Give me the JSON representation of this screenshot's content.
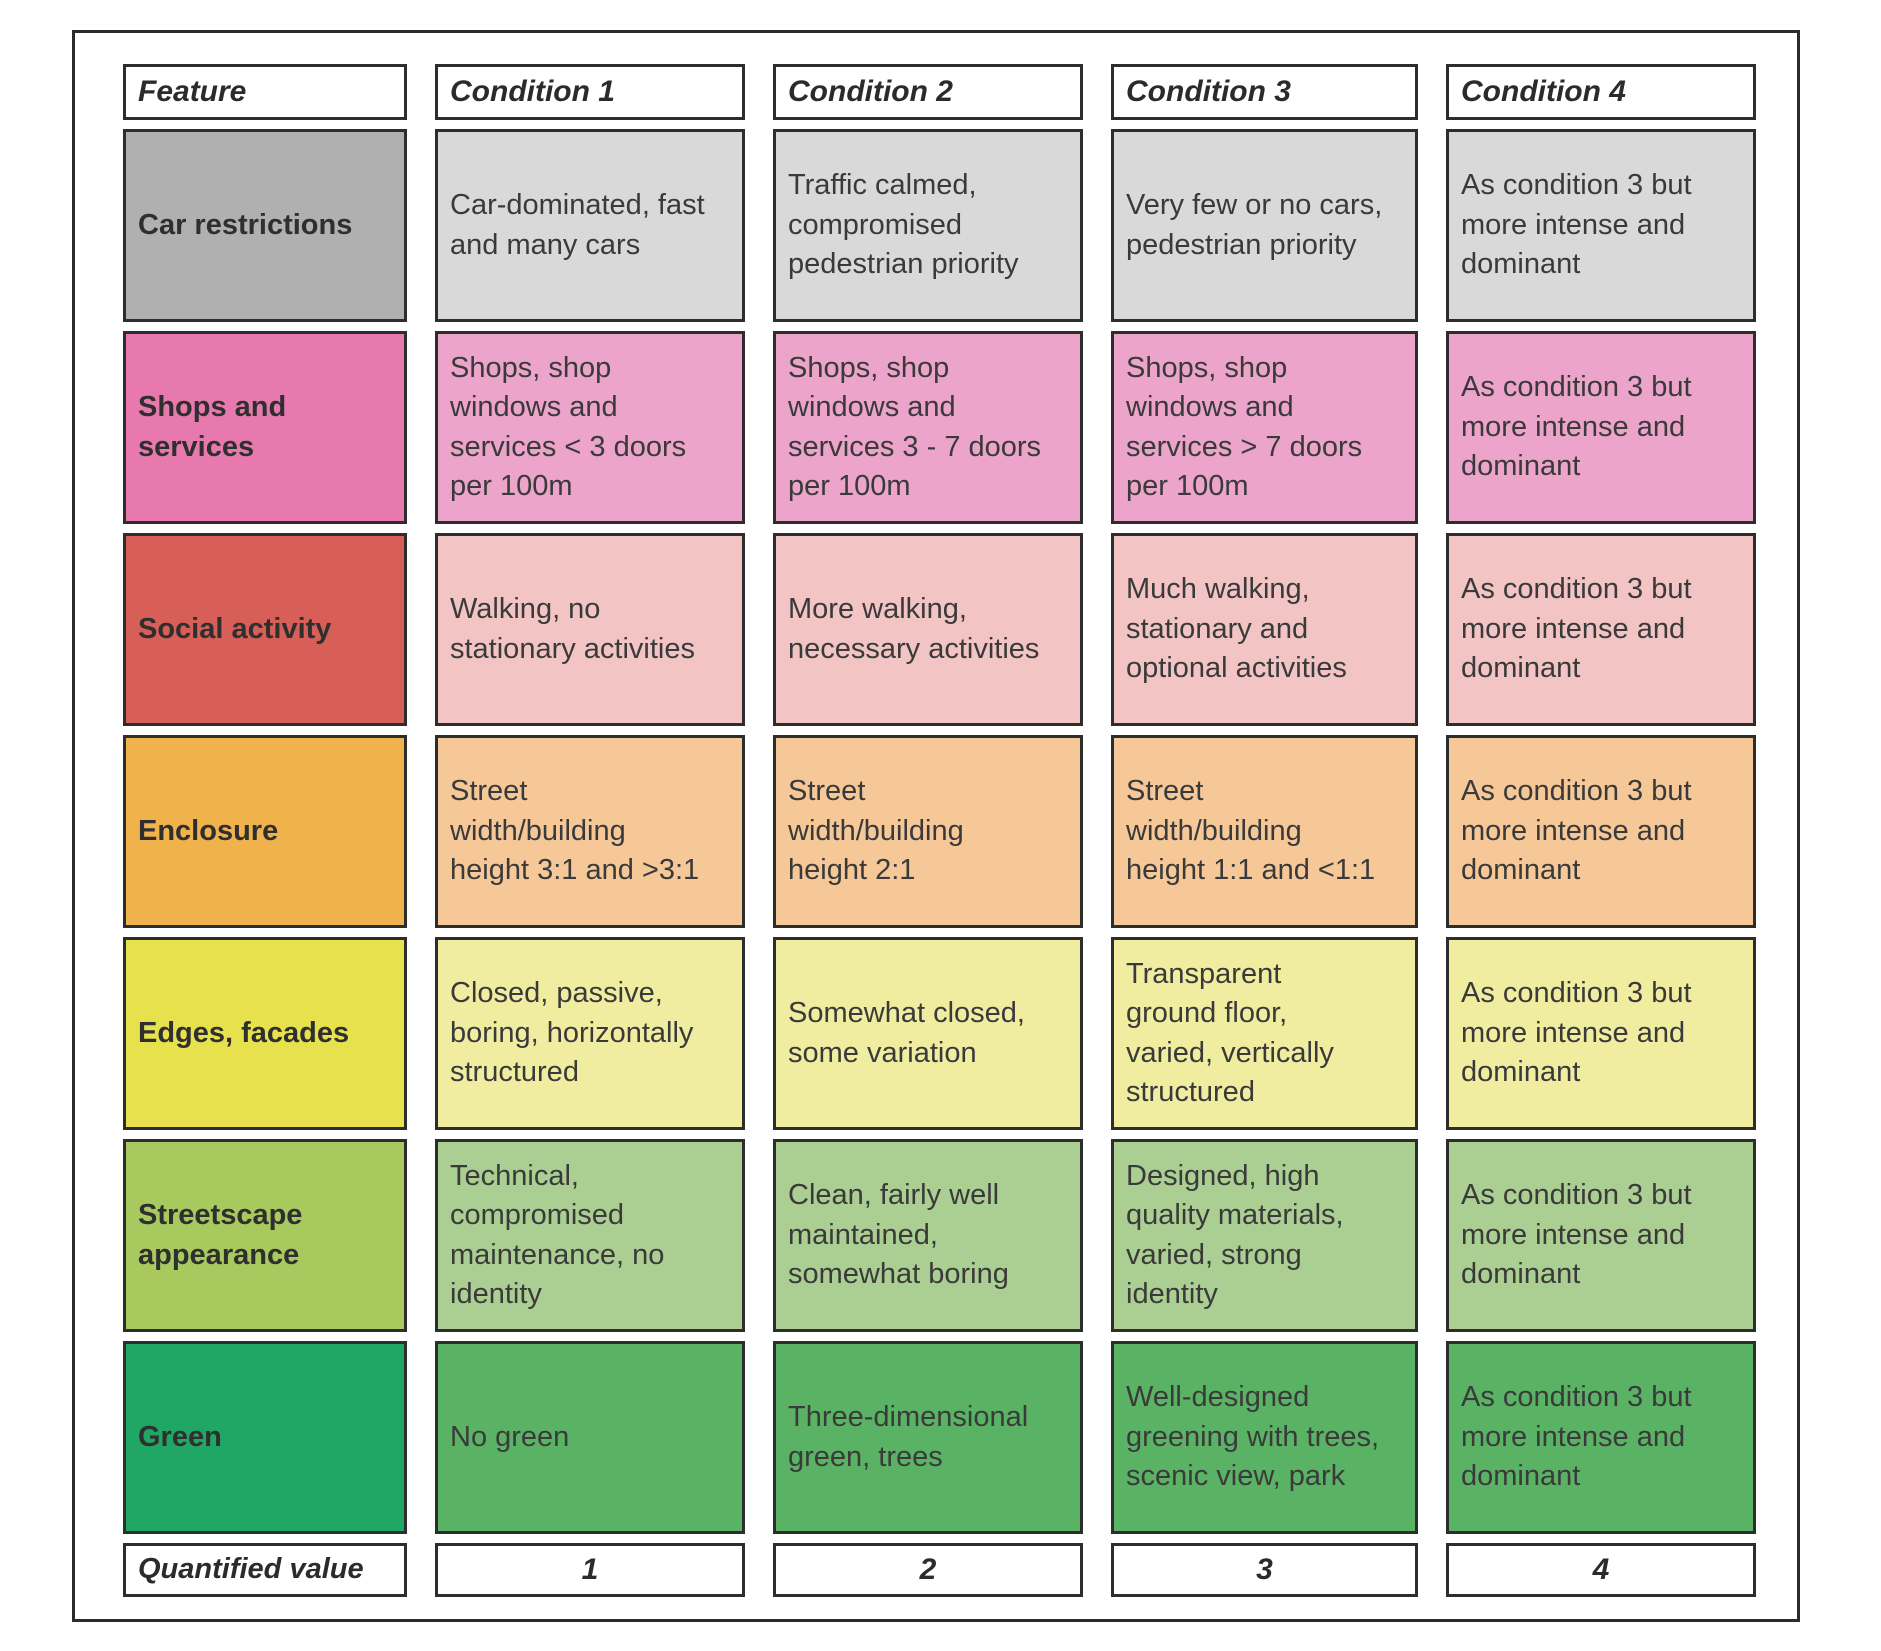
{
  "colors": {
    "page_border": "#2b2b2b",
    "cell_border": "#2d2d2d",
    "text": "#3a3a3a",
    "header_bg": "#ffffff",
    "footer_bg": "#ffffff"
  },
  "table": {
    "headers": [
      "Feature",
      "Condition 1",
      "Condition 2",
      "Condition 3",
      "Condition 4"
    ],
    "rows": [
      {
        "feature": "Car restrictions",
        "feature_bg": "#b0b0b0",
        "cells_bg": "#d9d9d9",
        "conditions": [
          "Car-dominated, fast\nand many cars",
          "Traffic calmed,\ncompromised\npedestrian priority",
          "Very few or no cars,\npedestrian priority",
          "As condition 3 but\nmore intense and\ndominant"
        ]
      },
      {
        "feature": "Shops and\nservices",
        "feature_bg": "#e879ae",
        "cells_bg": "#eca4ca",
        "conditions": [
          "Shops, shop\nwindows and\nservices < 3 doors\nper 100m",
          "Shops, shop\nwindows and\nservices 3 - 7 doors\nper 100m",
          "Shops, shop\nwindows and\nservices > 7 doors\nper 100m",
          "As condition 3 but\nmore intense and\ndominant"
        ]
      },
      {
        "feature": "Social activity",
        "feature_bg": "#d85f58",
        "cells_bg": "#f2c5c4",
        "conditions": [
          "Walking, no\nstationary activities",
          "More walking,\nnecessary activities",
          "Much walking,\nstationary and\noptional  activities",
          "As condition 3 but\nmore intense and\ndominant"
        ]
      },
      {
        "feature": "Enclosure",
        "feature_bg": "#f0b34c",
        "cells_bg": "#f6c898",
        "conditions": [
          "Street\nwidth/building\nheight 3:1 and >3:1",
          "Street\nwidth/building\nheight 2:1",
          "Street\nwidth/building\nheight 1:1 and <1:1",
          "As condition 3 but\nmore intense and\ndominant"
        ]
      },
      {
        "feature": "Edges, facades",
        "feature_bg": "#e7e14d",
        "cells_bg": "#f1eda0",
        "conditions": [
          "Closed, passive,\nboring, horizontally\nstructured",
          "Somewhat closed,\nsome variation",
          "Transparent\nground floor,\nvaried, vertically\nstructured",
          "As condition 3 but\nmore intense and\ndominant"
        ]
      },
      {
        "feature": "Streetscape\nappearance",
        "feature_bg": "#a7c95e",
        "cells_bg": "#abcf92",
        "conditions": [
          "Technical,\ncompromised\nmaintenance, no\nidentity",
          "Clean, fairly well\nmaintained,\nsomewhat boring",
          "Designed, high\nquality materials,\nvaried, strong\nidentity",
          "As condition 3 but\nmore intense and\ndominant"
        ]
      },
      {
        "feature": "Green",
        "feature_bg": "#21a765",
        "cells_bg": "#5ab364",
        "conditions": [
          "No green",
          "Three-dimensional\ngreen, trees",
          "Well-designed\ngreening with trees,\nscenic view, park",
          "As condition 3 but\nmore intense and\ndominant"
        ]
      }
    ],
    "footer": {
      "label": "Quantified value",
      "values": [
        "1",
        "2",
        "3",
        "4"
      ]
    }
  }
}
